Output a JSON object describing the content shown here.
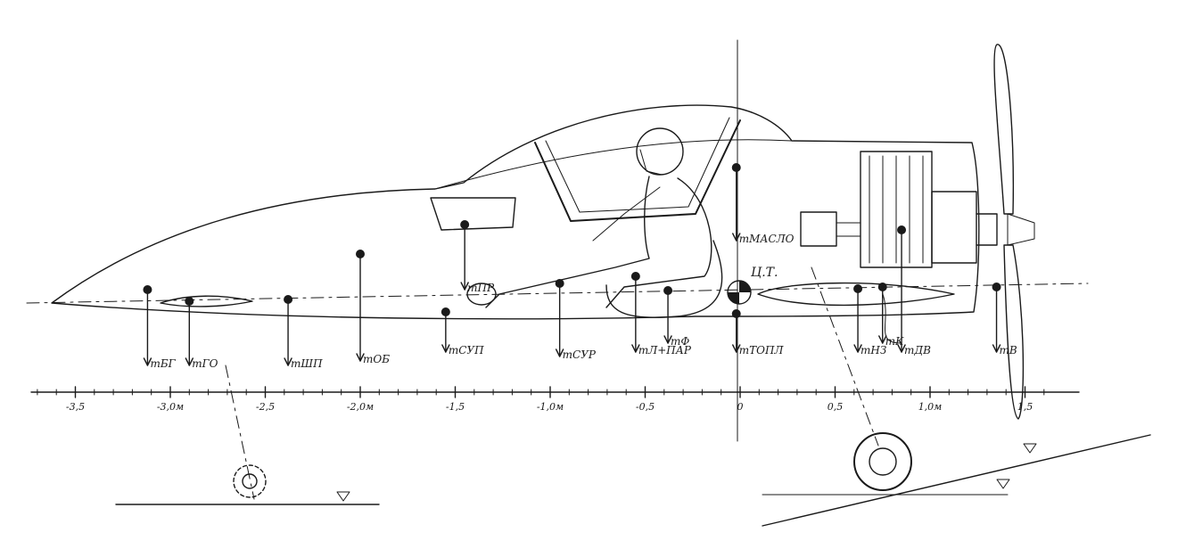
{
  "scale": {
    "ticks": [
      {
        "value": -3.5,
        "label": "-3,5"
      },
      {
        "value": -3.0,
        "label": "-3,0м"
      },
      {
        "value": -2.5,
        "label": "-2,5"
      },
      {
        "value": -2.0,
        "label": "-2,0м"
      },
      {
        "value": -1.5,
        "label": "-1,5"
      },
      {
        "value": -1.0,
        "label": "-1,0м"
      },
      {
        "value": -0.5,
        "label": "-0,5"
      },
      {
        "value": 0,
        "label": "0"
      },
      {
        "value": 0.5,
        "label": "0,5"
      },
      {
        "value": 1.0,
        "label": "1,0м"
      },
      {
        "value": 1.5,
        "label": "1,5"
      }
    ]
  },
  "cg_label": "Ц.Т.",
  "masses": [
    {
      "id": "mbg",
      "label": "mБГ",
      "x": -3.12
    },
    {
      "id": "mgo",
      "label": "mГО",
      "x": -2.9
    },
    {
      "id": "mshp",
      "label": "mШП",
      "x": -2.38
    },
    {
      "id": "mob",
      "label": "mОБ",
      "x": -2.0
    },
    {
      "id": "mpr",
      "label": "mПР",
      "x": -1.45
    },
    {
      "id": "msup",
      "label": "mСУП",
      "x": -1.55
    },
    {
      "id": "msup2",
      "label": "mСУР",
      "x": -0.95
    },
    {
      "id": "mlpar",
      "label": "mЛ+ПАР",
      "x": -0.55
    },
    {
      "id": "mf",
      "label": "mФ",
      "x": -0.38
    },
    {
      "id": "mmaslo",
      "label": "mМАСЛО",
      "x": -0.02
    },
    {
      "id": "mtopl",
      "label": "mТОПЛ",
      "x": -0.02
    },
    {
      "id": "mna",
      "label": "mНЗ",
      "x": 0.62
    },
    {
      "id": "mk",
      "label": "mК",
      "x": 0.75
    },
    {
      "id": "mdv",
      "label": "mДВ",
      "x": 0.85
    },
    {
      "id": "mv",
      "label": "mВ",
      "x": 1.35
    }
  ]
}
